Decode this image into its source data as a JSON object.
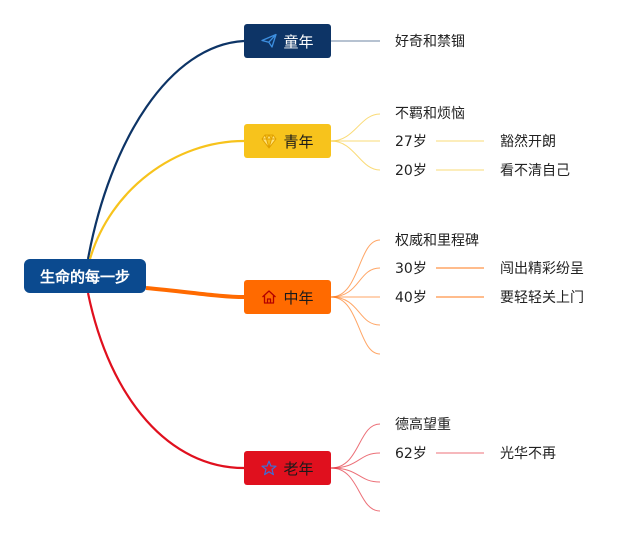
{
  "root": {
    "label": "生命的每一步",
    "color": "#0b4a8f",
    "text_color": "#ffffff"
  },
  "stages": [
    {
      "key": "childhood",
      "label": "童年",
      "icon": "paper-plane-icon",
      "fill": "#0d3466",
      "text_color": "#ffffff",
      "branch_color": "#0d3466",
      "items": [
        {
          "text": "好奇和禁锢"
        }
      ]
    },
    {
      "key": "youth",
      "label": "青年",
      "icon": "diamond-icon",
      "fill": "#f7c31c",
      "text_color": "#1a1a1a",
      "branch_color": "#f7c31c",
      "items": [
        {
          "text": "不羁和烦恼"
        },
        {
          "text": "27岁",
          "detail": "豁然开朗"
        },
        {
          "text": "20岁",
          "detail": "看不清自己"
        }
      ]
    },
    {
      "key": "middle",
      "label": "中年",
      "icon": "house-icon",
      "fill": "#ff6a00",
      "text_color": "#1a1a1a",
      "branch_color": "#ff6a00",
      "items": [
        {
          "text": "权威和里程碑"
        },
        {
          "text": "30岁",
          "detail": "闯出精彩纷呈"
        },
        {
          "text": "40岁",
          "detail": "要轻轻关上门"
        },
        {
          "text": ""
        },
        {
          "text": ""
        }
      ]
    },
    {
      "key": "old",
      "label": "老年",
      "icon": "star-icon",
      "fill": "#e0101e",
      "text_color": "#1a1a1a",
      "branch_color": "#e0101e",
      "items": [
        {
          "text": "德高望重"
        },
        {
          "text": "62岁",
          "detail": "光华不再"
        },
        {
          "text": ""
        },
        {
          "text": ""
        }
      ]
    }
  ]
}
